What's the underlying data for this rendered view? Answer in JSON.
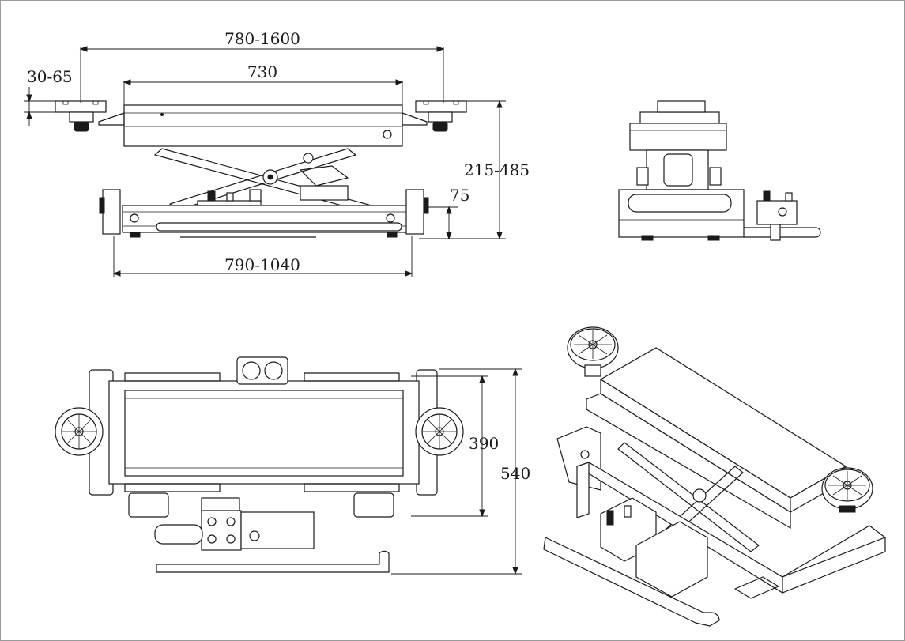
{
  "dimensions": {
    "overall_span": "780-1600",
    "platform_length": "730",
    "pad_height": "30-65",
    "lift_height": "215-485",
    "rail_height": "75",
    "base_span": "790-1040",
    "platform_width": "390",
    "overall_width": "540"
  },
  "icons": {
    "side_view": "jack-side-elevation",
    "end_view": "jack-end-elevation",
    "top_view": "jack-plan-view",
    "iso_view": "jack-isometric-view"
  },
  "colors": {
    "line": "#1a1a1a",
    "background": "#ffffff",
    "frame": "#9a9a9a"
  }
}
